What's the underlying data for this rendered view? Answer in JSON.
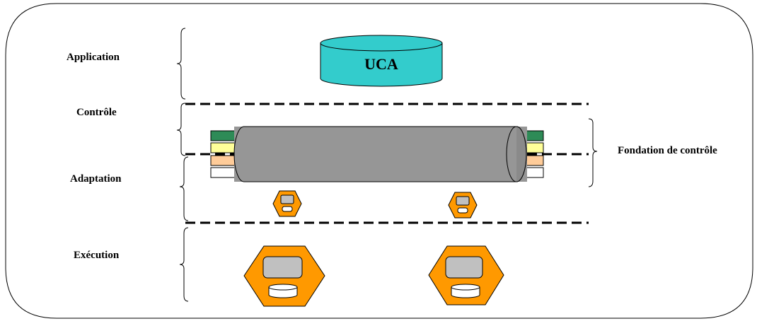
{
  "layers": {
    "application": "Application",
    "controle": "Contrôle",
    "adaptation": "Adaptation",
    "execution": "Exécution"
  },
  "uca_label": "UCA",
  "fondation_label": "Fondation de contrôle",
  "colors": {
    "uca_fill": "#33cccc",
    "bus_fill": "#969696",
    "node_fill": "#ff9900",
    "screen_fill": "#c0c0c0",
    "stack_green": "#2e8b57",
    "stack_yellow": "#ffff99",
    "stack_peach": "#ffcc99",
    "stack_white": "#ffffff"
  },
  "icons": {
    "database": "uca-database-icon",
    "bus": "control-bus-cylinder",
    "node": "computer-node-icon"
  }
}
